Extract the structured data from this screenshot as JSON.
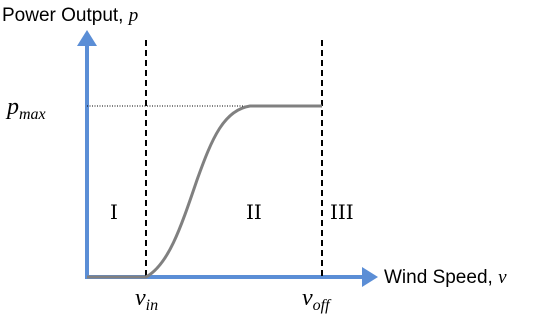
{
  "y_axis": {
    "label": "Power Output, ",
    "var": "p"
  },
  "x_axis": {
    "label": "Wind Speed, ",
    "var": "v"
  },
  "p_max": {
    "base": "p",
    "sub": "max"
  },
  "v_in": {
    "base": "v",
    "sub": "in"
  },
  "v_off": {
    "base": "v",
    "sub": "off"
  },
  "regions": [
    "I",
    "II",
    "III"
  ],
  "colors": {
    "axis": "#5b8ed6",
    "curve": "#808080",
    "guide": "#000000"
  }
}
